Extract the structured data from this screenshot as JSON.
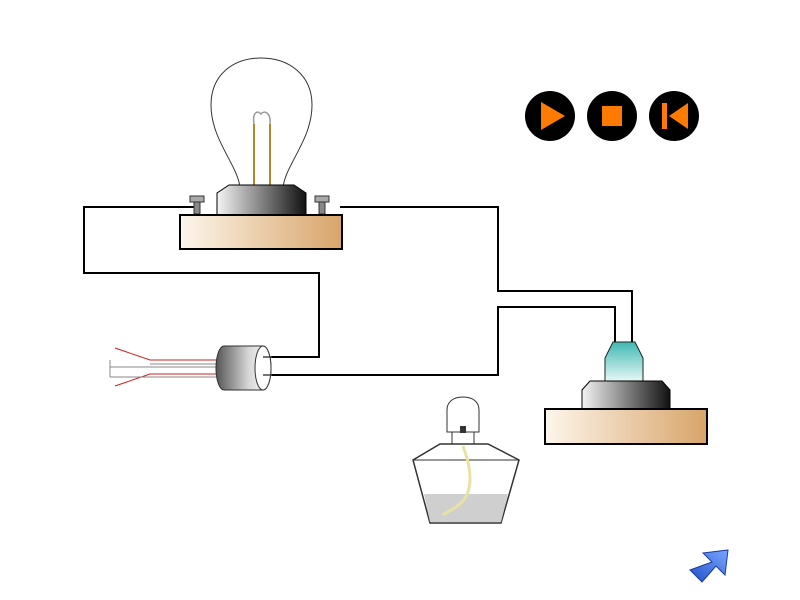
{
  "controls": {
    "play": {
      "icon": "play-icon"
    },
    "stop": {
      "icon": "stop-icon"
    },
    "rewind": {
      "icon": "skip-back-icon"
    },
    "next": {
      "icon": "arrow-up-right-icon"
    }
  },
  "colors": {
    "wire": "#000000",
    "control_bg": "#000000",
    "control_glyph": "#ff7a00",
    "wood_light": "#fdf6ec",
    "wood_dark": "#d8a46a",
    "glass_teal": "#3fb8b2",
    "filament": "#b08a2a",
    "lead_red": "#cc2222",
    "arrow_blue": "#3b6fe0",
    "liquid": "#cfcfcf"
  },
  "components": [
    {
      "name": "incandescent-bulb",
      "icon": "light-bulb-icon"
    },
    {
      "name": "glass-electrode",
      "icon": "glass-rod-icon"
    },
    {
      "name": "switch-plug",
      "icon": "plug-icon"
    },
    {
      "name": "alcohol-lamp",
      "icon": "alcohol-lamp-icon"
    }
  ]
}
